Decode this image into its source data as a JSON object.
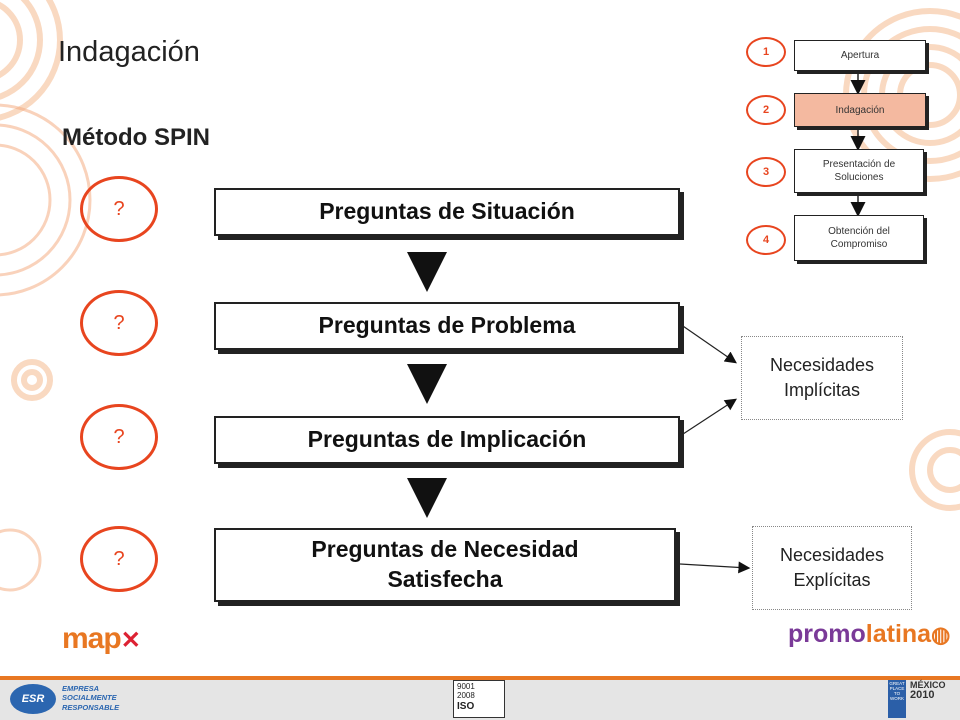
{
  "title": "Indagación",
  "subtitle": "Método SPIN",
  "question_mark": "?",
  "questions": [
    {
      "label": "Preguntas de Situación"
    },
    {
      "label": "Preguntas de Problema"
    },
    {
      "label": "Preguntas de Implicación"
    },
    {
      "label": "Preguntas de Necesidad Satisfecha"
    }
  ],
  "needs": {
    "implicit": "Necesidades Implícitas",
    "explicit": "Necesidades Explícitas"
  },
  "steps": [
    {
      "number": "1",
      "label": "Apertura",
      "active": false
    },
    {
      "number": "2",
      "label": "Indagación",
      "active": true
    },
    {
      "number": "3",
      "label": "Presentación de Soluciones",
      "active": false
    },
    {
      "number": "4",
      "label": "Obtención del Compromiso",
      "active": false
    }
  ],
  "colors": {
    "accent_orange": "#e8451f",
    "active_step_fill": "#f4b9a0",
    "footer_stripe": "#e87722",
    "logo_blue": "#2b66b0"
  },
  "logos": {
    "map": "map",
    "promo_a": "promo",
    "promo_b": "latina",
    "esr_badge": "ESR",
    "esr_line1": "EMPRESA",
    "esr_line2": "SOCIALMENTE",
    "esr_line3": "RESPONSABLE",
    "iso_line1": "9001",
    "iso_line2": "2008",
    "iso_line3": "ISO",
    "gp_year": "2010",
    "gp_mexico": "MÉXICO",
    "gp_great": "GREAT PLACE TO WORK"
  }
}
